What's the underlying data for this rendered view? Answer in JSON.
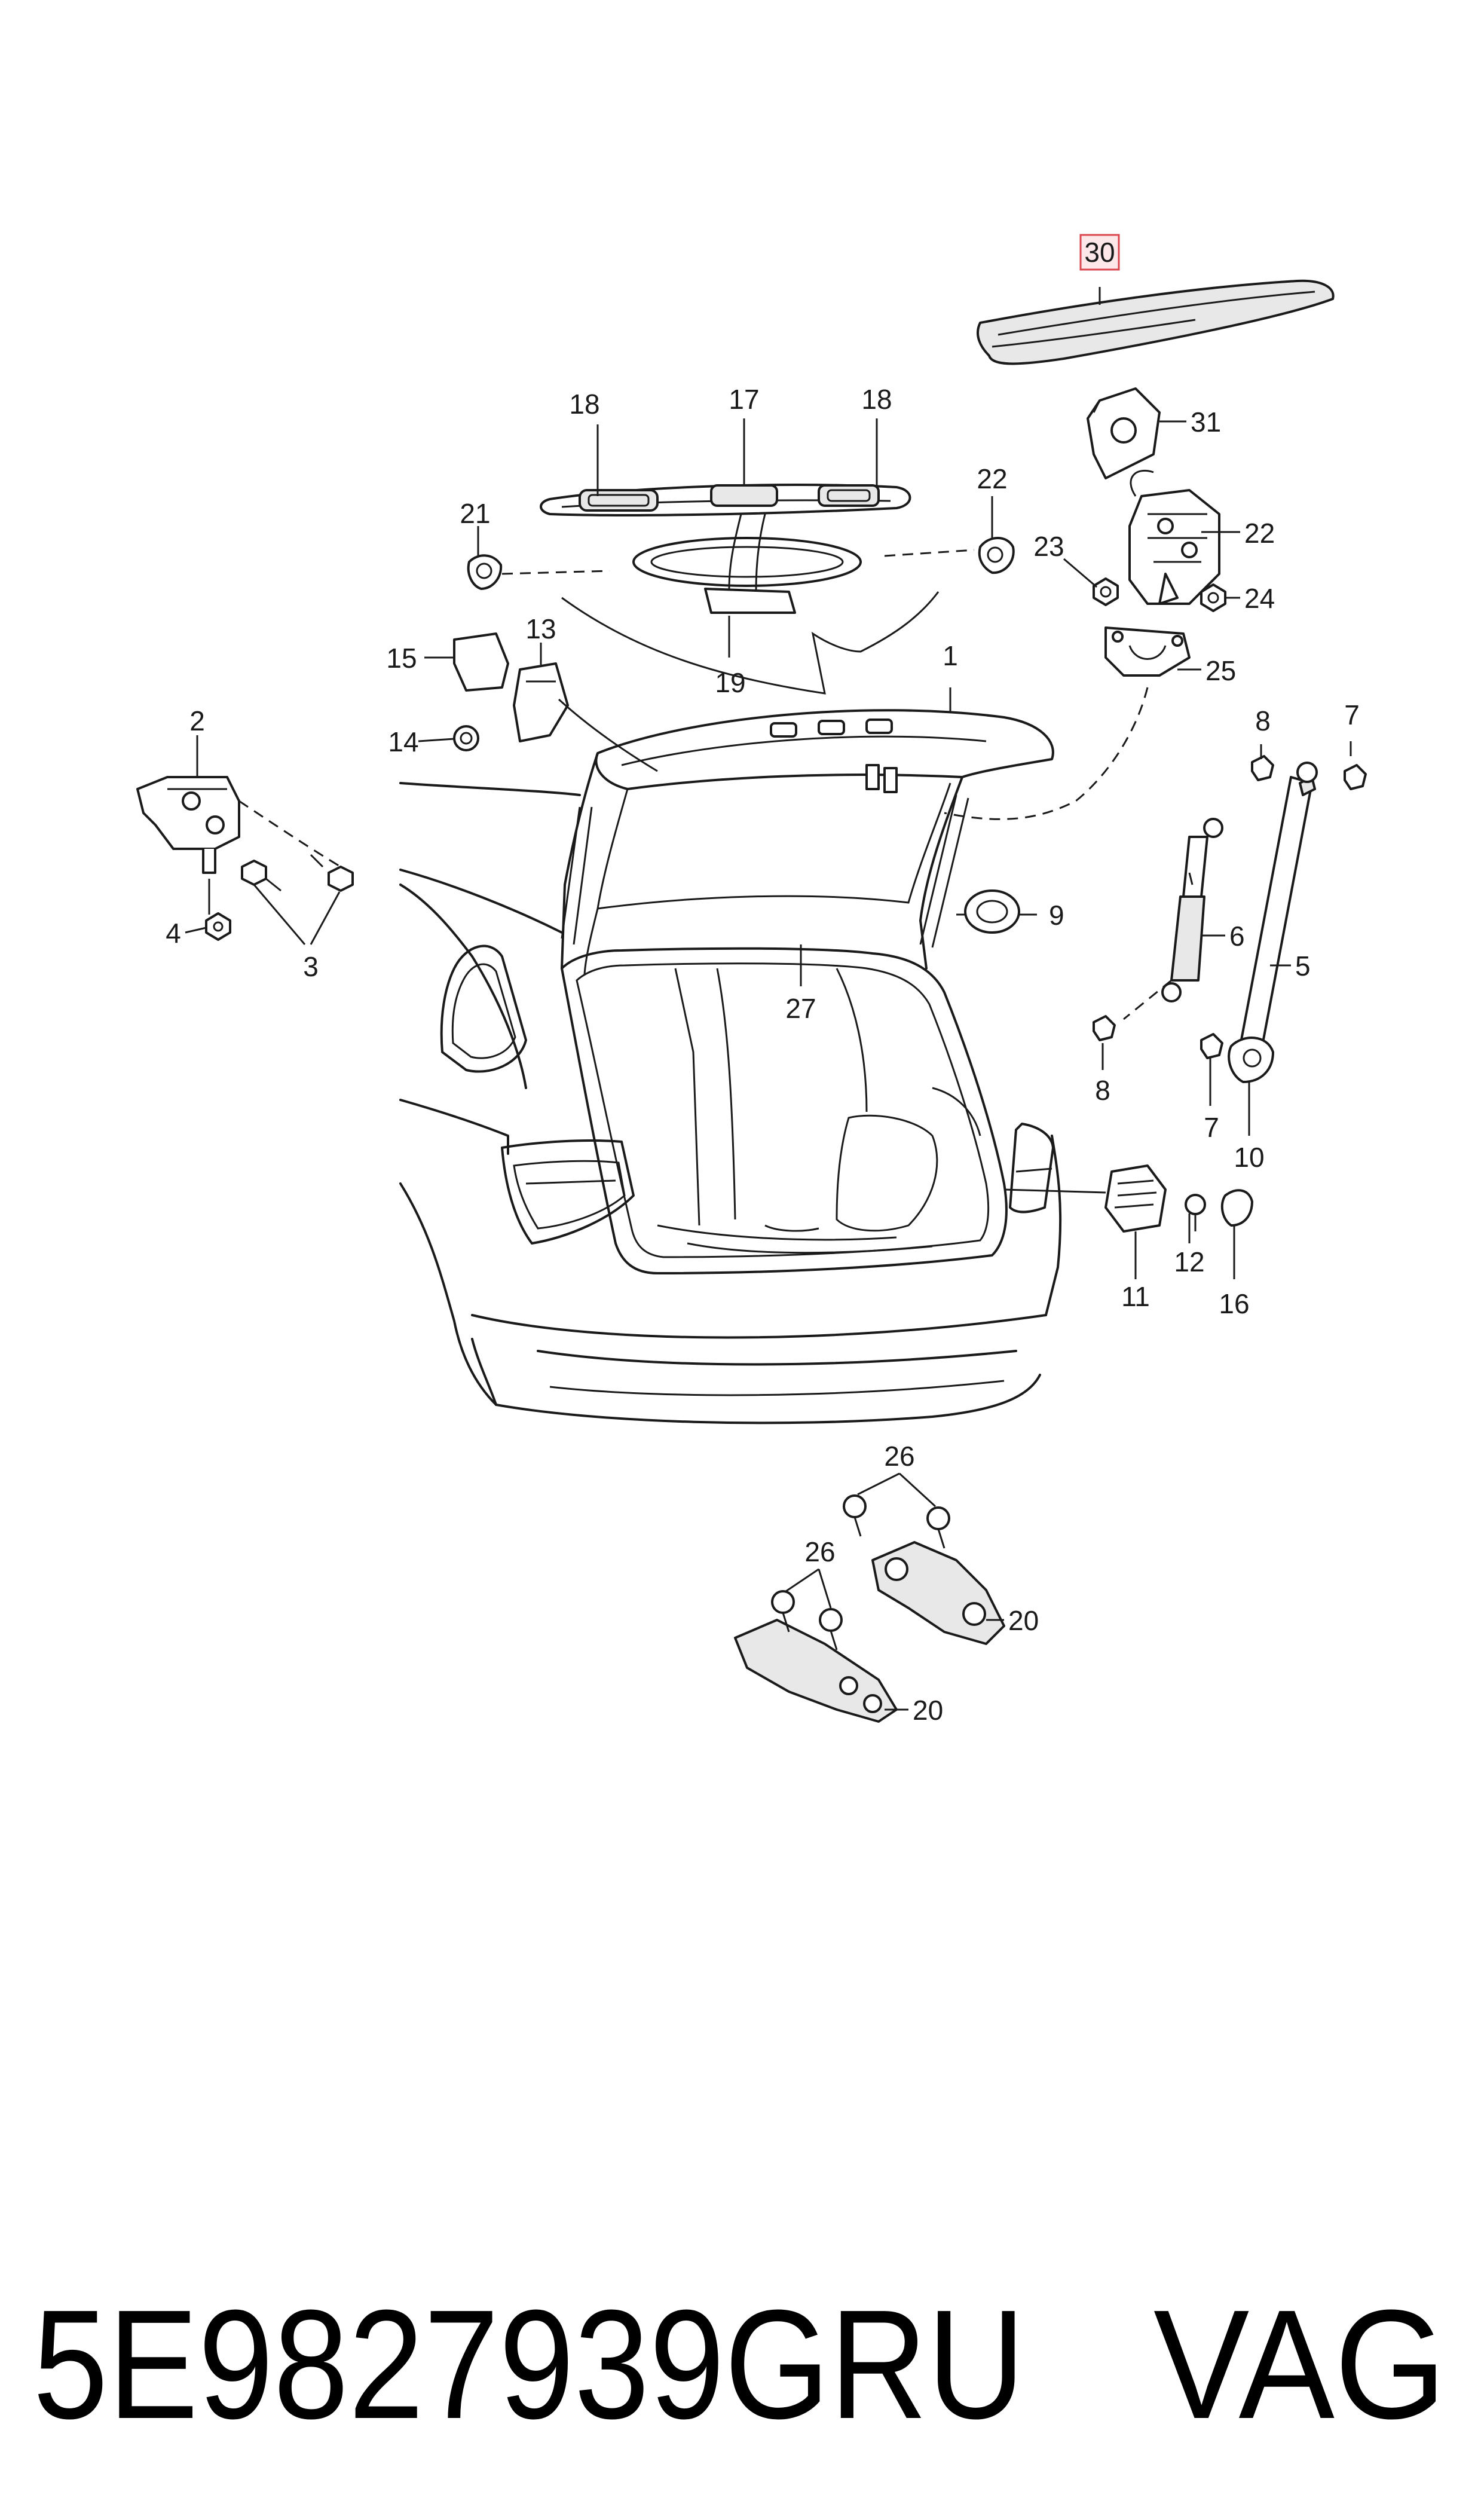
{
  "callouts": [
    {
      "id": "c1",
      "label": "1"
    },
    {
      "id": "c2",
      "label": "2"
    },
    {
      "id": "c3",
      "label": "3"
    },
    {
      "id": "c4",
      "label": "4"
    },
    {
      "id": "c5",
      "label": "5"
    },
    {
      "id": "c6",
      "label": "6"
    },
    {
      "id": "c7a",
      "label": "7"
    },
    {
      "id": "c7b",
      "label": "7"
    },
    {
      "id": "c8a",
      "label": "8"
    },
    {
      "id": "c8b",
      "label": "8"
    },
    {
      "id": "c9",
      "label": "9"
    },
    {
      "id": "c10",
      "label": "10"
    },
    {
      "id": "c11",
      "label": "11"
    },
    {
      "id": "c12",
      "label": "12"
    },
    {
      "id": "c13",
      "label": "13"
    },
    {
      "id": "c14",
      "label": "14"
    },
    {
      "id": "c15",
      "label": "15"
    },
    {
      "id": "c16",
      "label": "16"
    },
    {
      "id": "c17",
      "label": "17"
    },
    {
      "id": "c18a",
      "label": "18"
    },
    {
      "id": "c18b",
      "label": "18"
    },
    {
      "id": "c19",
      "label": "19"
    },
    {
      "id": "c20a",
      "label": "20"
    },
    {
      "id": "c20b",
      "label": "20"
    },
    {
      "id": "c21",
      "label": "21"
    },
    {
      "id": "c22a",
      "label": "22"
    },
    {
      "id": "c22b",
      "label": "22"
    },
    {
      "id": "c23",
      "label": "23"
    },
    {
      "id": "c24",
      "label": "24"
    },
    {
      "id": "c25",
      "label": "25"
    },
    {
      "id": "c26a",
      "label": "26"
    },
    {
      "id": "c26b",
      "label": "26"
    },
    {
      "id": "c27",
      "label": "27"
    },
    {
      "id": "c30",
      "label": "30"
    },
    {
      "id": "c31",
      "label": "31"
    }
  ],
  "highlighted_callout": "30",
  "highlight_color": "#d9464e",
  "caption": {
    "part_number": "5E9827939GRU",
    "brand": "VAG"
  }
}
